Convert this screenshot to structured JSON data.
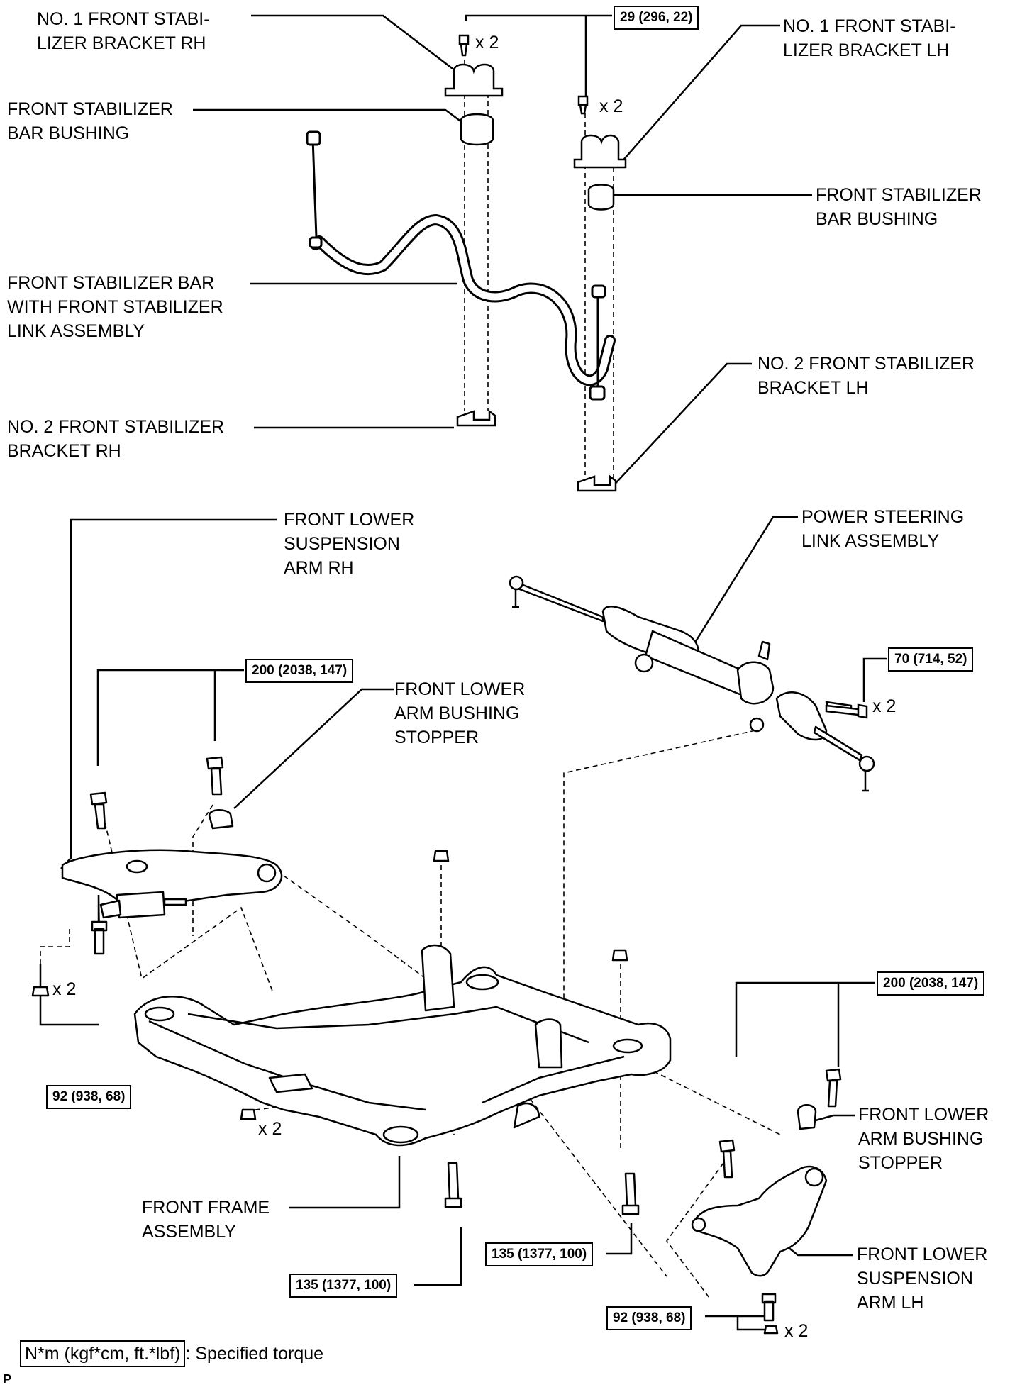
{
  "labels": {
    "stab_bracket_no1_rh": "NO. 1 FRONT STABI-\nLIZER BRACKET RH",
    "stab_bushing_rh": "FRONT STABILIZER\nBAR BUSHING",
    "stab_bar_link": "FRONT STABILIZER BAR\nWITH FRONT STABILIZER\nLINK ASSEMBLY",
    "stab_bracket_no2_rh": "NO. 2 FRONT STABILIZER\nBRACKET RH",
    "stab_bracket_no1_lh": "NO. 1 FRONT STABI-\nLIZER BRACKET LH",
    "stab_bushing_lh": "FRONT STABILIZER\nBAR BUSHING",
    "stab_bracket_no2_lh": "NO. 2 FRONT STABILIZER\nBRACKET LH",
    "lower_arm_rh": "FRONT LOWER\nSUSPENSION\nARM RH",
    "steering_link": "POWER STEERING\nLINK ASSEMBLY",
    "bushing_stopper_rh": "FRONT LOWER\nARM BUSHING\nSTOPPER",
    "bushing_stopper_lh": "FRONT LOWER\nARM BUSHING\nSTOPPER",
    "lower_arm_lh": "FRONT LOWER\nSUSPENSION\nARM LH",
    "front_frame": "FRONT FRAME\nASSEMBLY"
  },
  "torques": {
    "stab_bracket": "29 (296, 22)",
    "steering_link": "70 (714, 52)",
    "lower_arm_rh": "200 (2038, 147)",
    "lower_arm_lh": "200 (2038, 147)",
    "nut_rh": "92 (938, 68)",
    "nut_lh": "92 (938, 68)",
    "frame_rear_center": "135 (1377, 100)",
    "frame_rear_right": "135 (1377, 100)"
  },
  "quantities": {
    "stab_bolt_rh": "x 2",
    "stab_bolt_lh": "x 2",
    "steering_bolt": "x 2",
    "nut_rh": "x 2",
    "frame_nut": "x 2",
    "nut_lh": "x 2"
  },
  "legend": {
    "unit_box": "N*m (kgf*cm, ft.*lbf)",
    "text": ": Specified torque"
  },
  "figure_code": "P"
}
